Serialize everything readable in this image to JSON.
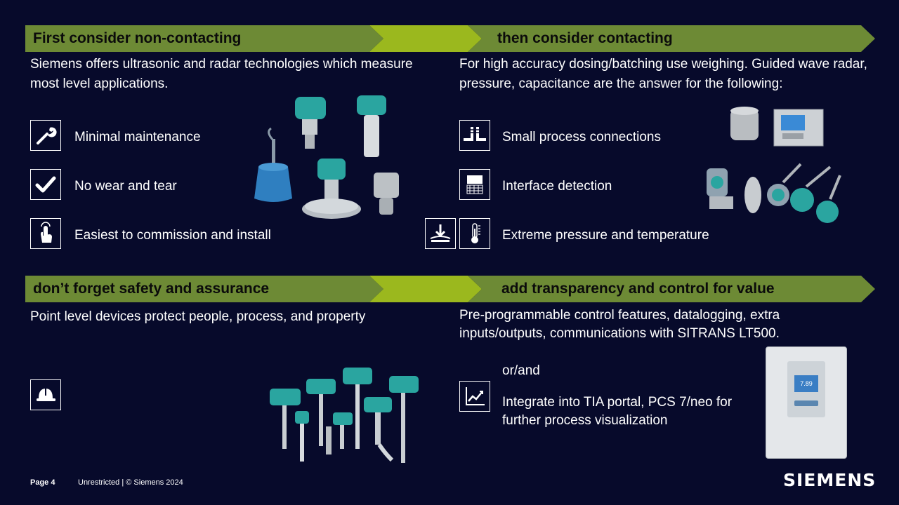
{
  "colors": {
    "background": "#070a2b",
    "banner_dark": "#6d8a35",
    "banner_light": "#9bb81e",
    "text": "#ffffff"
  },
  "top_left": {
    "heading": "First consider non-contacting",
    "description": "Siemens offers ultrasonic and radar technologies which measure most level applications.",
    "features": [
      {
        "icon": "wrench-icon",
        "label": "Minimal maintenance"
      },
      {
        "icon": "checkmark-icon",
        "label": "No wear and tear"
      },
      {
        "icon": "touch-hand-icon",
        "label": "Easiest to commission and install"
      }
    ]
  },
  "top_right": {
    "heading": "then consider contacting",
    "description": "For high accuracy dosing/batching use weighing. Guided wave radar, pressure, capacitance are the answer for the following:",
    "features": [
      {
        "icon": "process-connection-icon",
        "label": "Small process connections"
      },
      {
        "icon": "interface-layers-icon",
        "label": "Interface detection"
      },
      {
        "icon": "thermometer-icon",
        "label": "Extreme pressure and temperature"
      }
    ]
  },
  "bottom_left": {
    "heading": "don’t forget safety and assurance",
    "description": "Point level devices protect people, process, and property",
    "icon": "hard-hat-icon"
  },
  "bottom_right": {
    "heading": "add transparency and control for value",
    "description": "Pre-programmable control features, datalogging, extra inputs/outputs, communications with SITRANS LT500.",
    "or_and": "or/and",
    "integrate": "Integrate into TIA portal, PCS 7/neo for further process visualization",
    "icon": "trend-chart-icon",
    "display_value": "7.89"
  },
  "footer": {
    "page": "Page 4",
    "classification": "Unrestricted | © Siemens 2024",
    "logo": "SIEMENS"
  }
}
